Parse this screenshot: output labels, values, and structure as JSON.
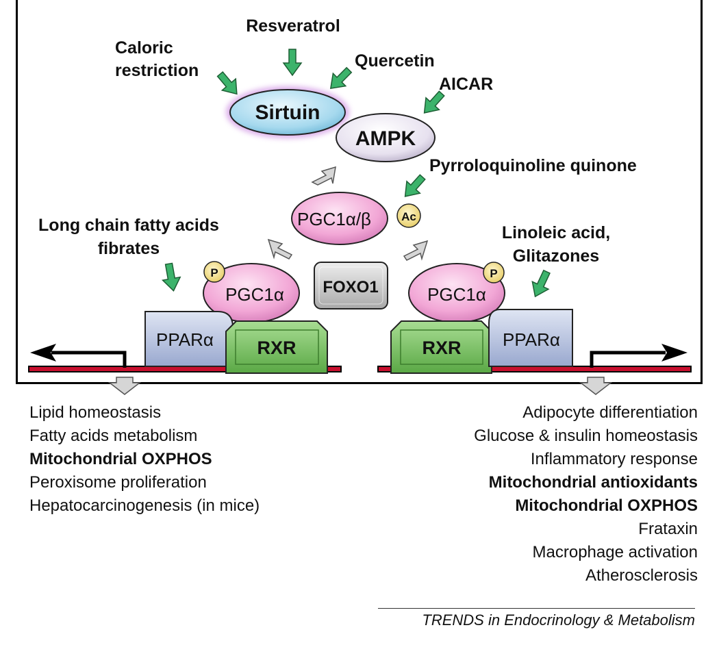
{
  "drugs": {
    "resveratrol": "Resveratrol",
    "caloric_1": "Caloric",
    "caloric_2": "restriction",
    "quercetin": "Quercetin",
    "aicar": "AICAR",
    "pqq": "Pyrroloquinoline quinone",
    "lcfa_1": "Long chain fatty acids",
    "lcfa_2": "fibrates",
    "linoleic_1": "Linoleic acid,",
    "linoleic_2": "Glitazones"
  },
  "nodes": {
    "sirtuin": "Sirtuin",
    "ampk": "AMPK",
    "pgc1ab": "PGC1α/β",
    "ac": "Ac",
    "foxo1": "FOXO1",
    "pgc1a": "PGC1α",
    "p": "P",
    "ppara": "PPARα",
    "rxr": "RXR"
  },
  "left_outcomes": [
    {
      "text": "Lipid homeostasis",
      "bold": false
    },
    {
      "text": "Fatty acids metabolism",
      "bold": false
    },
    {
      "text": "Mitochondrial OXPHOS",
      "bold": true
    },
    {
      "text": "Peroxisome proliferation",
      "bold": false
    },
    {
      "text": "Hepatocarcinogenesis (in mice)",
      "bold": false
    }
  ],
  "right_outcomes": [
    {
      "text": "Adipocyte differentiation",
      "bold": false
    },
    {
      "text": "Glucose & insulin homeostasis",
      "bold": false
    },
    {
      "text": "Inflammatory response",
      "bold": false
    },
    {
      "text": "Mitochondrial antioxidants",
      "bold": true
    },
    {
      "text": "Mitochondrial OXPHOS",
      "bold": true
    },
    {
      "text": "Frataxin",
      "bold": false
    },
    {
      "text": "Macrophage activation",
      "bold": false
    },
    {
      "text": "Atherosclerosis",
      "bold": false
    }
  ],
  "footer": "TRENDS in Endocrinology & Metabolism",
  "colors": {
    "sirtuin": "#a6d9ee",
    "ampk": "#e7e1ef",
    "pgc": "#f2a7d6",
    "ppar": "#b8c3e0",
    "rxr": "#7fc86a",
    "foxo": "#c9c9c9",
    "arrow_green": "#3cb36b",
    "badge": "#f3e29a",
    "dna": "#c8102e"
  }
}
